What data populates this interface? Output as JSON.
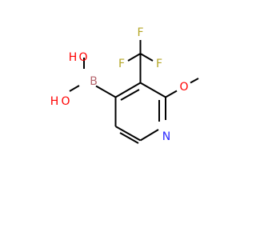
{
  "molecule": {
    "atoms": {
      "o1": "O",
      "h1": "H",
      "o2": "O",
      "h2": "H",
      "b": "B",
      "f1": "F",
      "f2": "F",
      "f3": "F",
      "n": "N",
      "o3": "O"
    }
  },
  "colors": {
    "oxygen": "#ff0000",
    "boron": "#b5656d",
    "fluorine": "#b4a626",
    "nitrogen": "#2b29ff",
    "bond": "#000000"
  }
}
